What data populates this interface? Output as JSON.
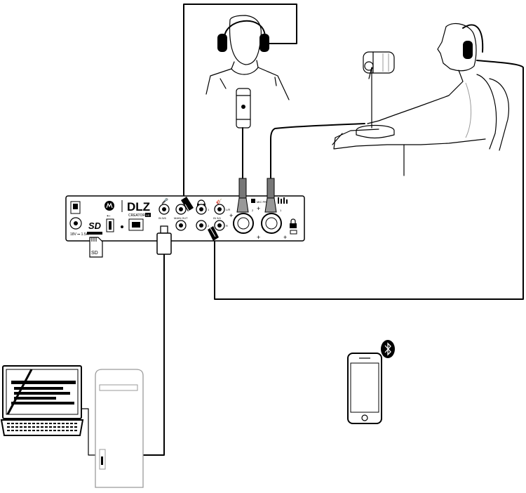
{
  "device": {
    "brand": "DLZ",
    "model": "CREATOR",
    "model_suffix": "XS",
    "power_rating": "18V ⎓ 1.5A",
    "sd_logo": "SD",
    "sd_card_label": "SD",
    "usb_symbol": "⭠",
    "jack_labels": {
      "in56": "IN 5/6",
      "main_out": "MAIN OUT",
      "in34": "IN 3/4",
      "out_1": "1",
      "out_2": "2",
      "lr": "L/R",
      "r": "R",
      "combo_2": "2",
      "combo_1": "1",
      "mic_pre": "MIC PRE"
    }
  },
  "icons": [
    "mackie-logo-icon",
    "headphone-icon",
    "bluetooth-icon",
    "lock-icon",
    "usb-icon",
    "microphone-icon"
  ],
  "colors": {
    "line": "#000000",
    "panel": "#ffffff",
    "gray": "#9a9a9a"
  }
}
